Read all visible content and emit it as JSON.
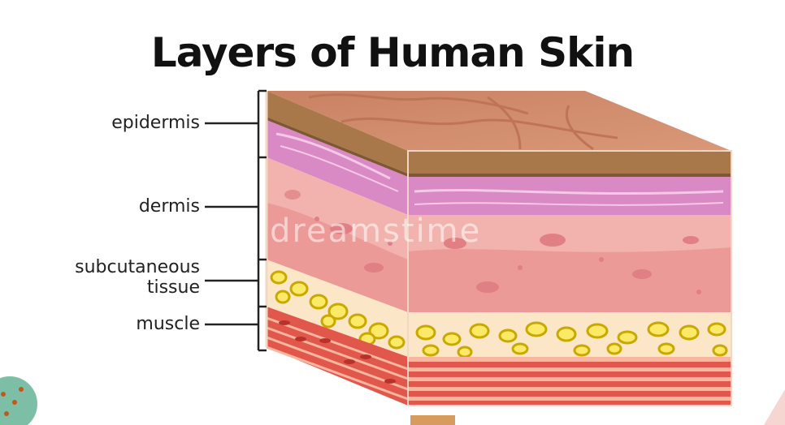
{
  "title": "Layers of Human Skin",
  "labels": {
    "epidermis": "epidermis",
    "dermis": "dermis",
    "subcutaneous_line1": "subcutaneous",
    "subcutaneous_line2": "tissue",
    "muscle": "muscle"
  },
  "watermark": "dreamstime",
  "colors": {
    "skin_top": "#d38f70",
    "epidermis_band": "#a8774a",
    "dermis_purple": "#d98ac4",
    "dermis_pink": "#f2b3ae",
    "fat_yellow": "#fde968",
    "muscle_red": "#e2574c"
  }
}
